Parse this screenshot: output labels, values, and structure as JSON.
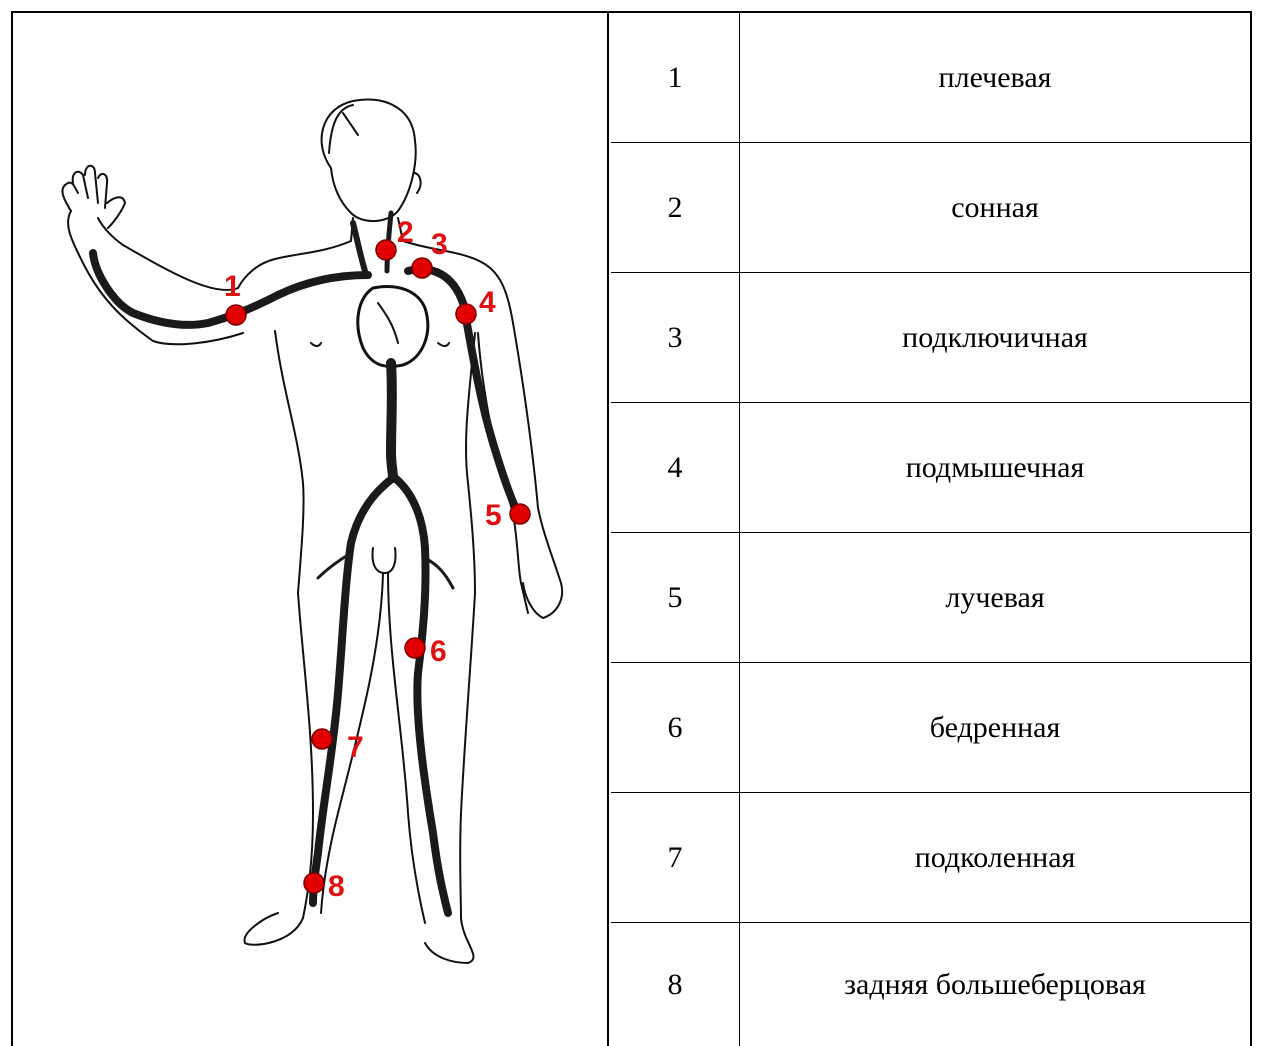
{
  "points": [
    {
      "label": "1",
      "name": "плечевая"
    },
    {
      "label": "2",
      "name": "сонная"
    },
    {
      "label": "3",
      "name": "подключичная"
    },
    {
      "label": "4",
      "name": "подмышечная"
    },
    {
      "label": "5",
      "name": "лучевая"
    },
    {
      "label": "6",
      "name": "бедренная"
    },
    {
      "label": "7",
      "name": "подколенная"
    },
    {
      "label": "8",
      "name": "задняя большеберцовая"
    }
  ],
  "colors": {
    "marker": "#e00000",
    "label": "#e01010",
    "border": "#000000"
  }
}
